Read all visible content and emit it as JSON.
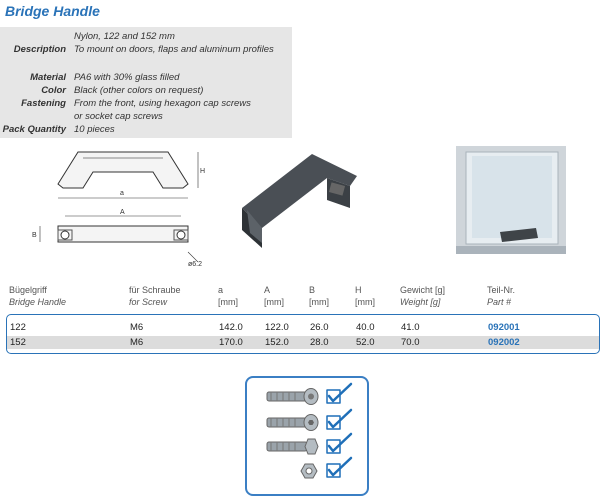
{
  "title": "Bridge Handle",
  "specs": {
    "line1": "Nylon, 122 and 152 mm",
    "description_label": "Description",
    "description": "To mount on doors, flaps and aluminum profiles",
    "material_label": "Material",
    "material": "PA6 with 30% glass filled",
    "color_label": "Color",
    "color": "Black (other colors on request)",
    "fastening_label": "Fastening",
    "fastening_1": "From the front, using hexagon cap screws",
    "fastening_2": "or socket cap screws",
    "pack_label": "Pack Quantity",
    "pack": "10 pieces"
  },
  "drawing_labels": {
    "h": "H",
    "a_small": "a",
    "a_big": "A",
    "b": "B",
    "dia": "ø6.2"
  },
  "table": {
    "headers": [
      {
        "de": "Bügelgriff",
        "en": "Bridge Handle"
      },
      {
        "de": "für Schraube",
        "en": "for Screw"
      },
      {
        "de": "a",
        "en": "[mm]"
      },
      {
        "de": "A",
        "en": "[mm]"
      },
      {
        "de": "B",
        "en": "[mm]"
      },
      {
        "de": "H",
        "en": "[mm]"
      },
      {
        "de": "Gewicht [g]",
        "en": "Weight [g]"
      },
      {
        "de": "Teil-Nr.",
        "en": "Part #"
      }
    ],
    "rows": [
      [
        "122",
        "M6",
        "142.0",
        "122.0",
        "26.0",
        "40.0",
        "41.0",
        "092001"
      ],
      [
        "152",
        "M6",
        "170.0",
        "152.0",
        "28.0",
        "52.0",
        "70.0",
        "092002"
      ]
    ]
  },
  "colors": {
    "accent": "#2a73b8",
    "spec_bg": "#e6e6e6",
    "row_alt": "#dcdcdc",
    "check": "#1f6fb8"
  },
  "icons": [
    "hex-cap-screw-icon",
    "socket-cap-screw-icon",
    "hex-head-screw-icon",
    "nut-icon",
    "check-icon"
  ]
}
